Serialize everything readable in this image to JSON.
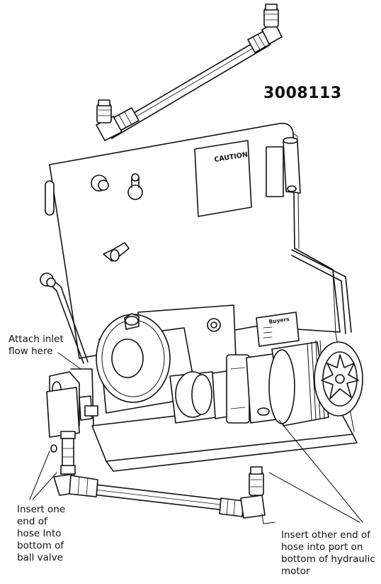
{
  "part_number": "3008113",
  "labels": {
    "caution_decal": "CAUTION",
    "brand_plate": "Buyers",
    "attach_inlet": "Attach inlet\nflow here",
    "insert_one_end": "Insert one\nend of\nhose Into\nbottom of\nball valve",
    "insert_other_end": "Insert other end of\nhose into port on\nbottom of hydraulic\nmotor"
  },
  "colors": {
    "line": "#111111",
    "fill": "#ffffff"
  }
}
